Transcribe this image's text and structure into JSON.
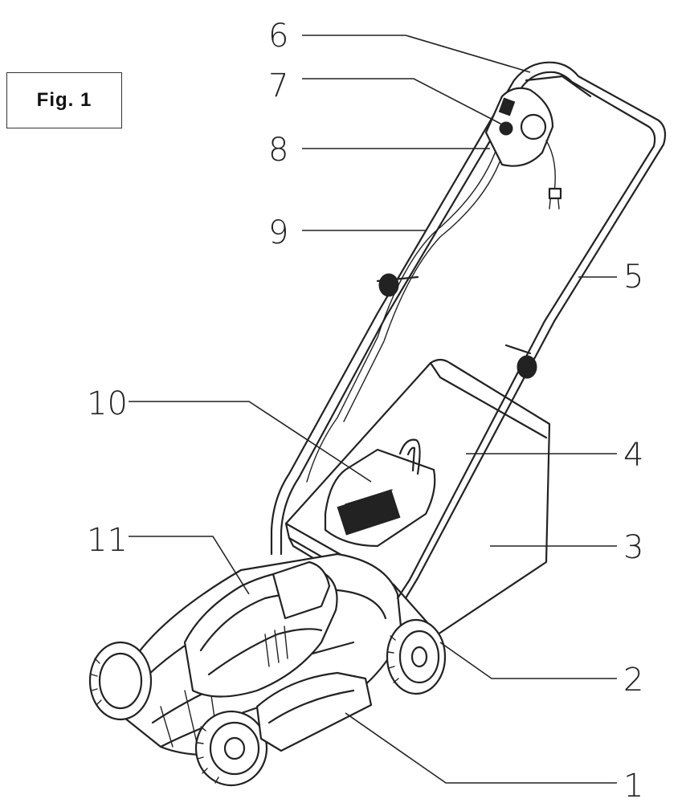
{
  "figure": {
    "title": "Fig. 1"
  },
  "callouts": [
    {
      "id": "c6",
      "label": "6"
    },
    {
      "id": "c7",
      "label": "7"
    },
    {
      "id": "c8",
      "label": "8"
    },
    {
      "id": "c9",
      "label": "9"
    },
    {
      "id": "c5",
      "label": "5"
    },
    {
      "id": "c10",
      "label": "10"
    },
    {
      "id": "c4",
      "label": "4"
    },
    {
      "id": "c11",
      "label": "11"
    },
    {
      "id": "c3",
      "label": "3"
    },
    {
      "id": "c2",
      "label": "2"
    },
    {
      "id": "c1",
      "label": "1"
    }
  ]
}
